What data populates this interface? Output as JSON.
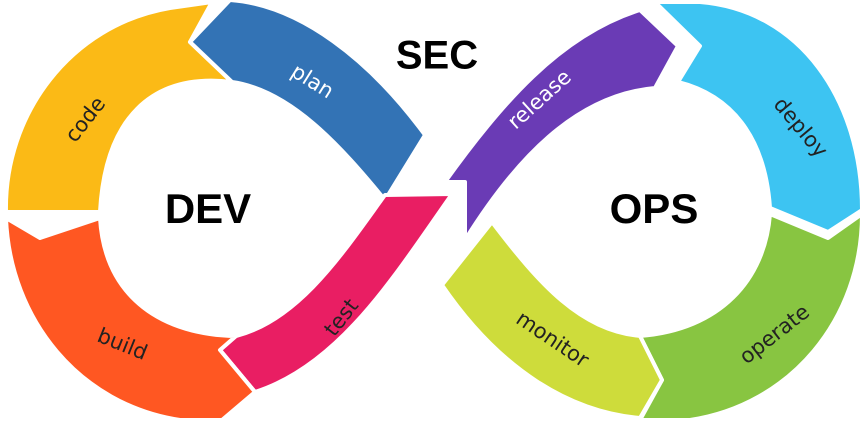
{
  "diagram": {
    "hubs": {
      "dev": "DEV",
      "ops": "OPS",
      "sec": "SEC"
    },
    "segments": [
      {
        "id": "code",
        "label": "code",
        "color": "#FBBA16",
        "text_color": "#222222"
      },
      {
        "id": "plan",
        "label": "plan",
        "color": "#3373B5",
        "text_color": "#ffffff"
      },
      {
        "id": "release",
        "label": "release",
        "color": "#6A3BB5",
        "text_color": "#ffffff"
      },
      {
        "id": "deploy",
        "label": "deploy",
        "color": "#3DC4F2",
        "text_color": "#222222"
      },
      {
        "id": "operate",
        "label": "operate",
        "color": "#88C541",
        "text_color": "#222222"
      },
      {
        "id": "monitor",
        "label": "monitor",
        "color": "#CEDC3B",
        "text_color": "#222222"
      },
      {
        "id": "test",
        "label": "test",
        "color": "#E91E63",
        "text_color": "#222222"
      },
      {
        "id": "build",
        "label": "build",
        "color": "#FF5722",
        "text_color": "#222222"
      }
    ]
  }
}
